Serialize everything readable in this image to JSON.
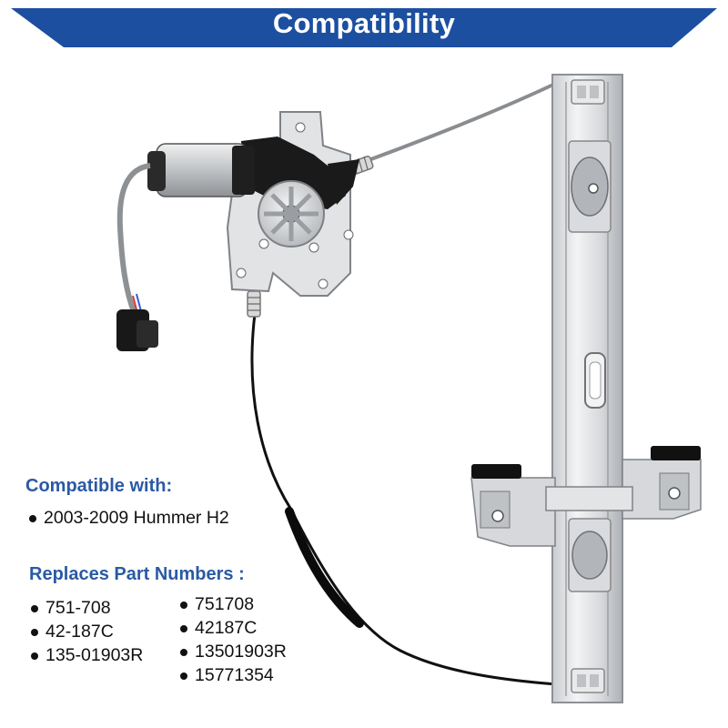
{
  "banner": {
    "title": "Compatibility",
    "color": "#1c4fa0"
  },
  "compatible": {
    "heading": "Compatible with:",
    "items": [
      "2003-2009 Hummer H2"
    ]
  },
  "replaces": {
    "heading": "Replaces Part Numbers :",
    "left_column": [
      "751-708",
      "42-187C",
      "135-01903R"
    ],
    "right_column": [
      "751708",
      "42187C",
      "13501903R",
      "15771354"
    ]
  },
  "product": {
    "icon": "window-regulator-with-motor-image"
  }
}
